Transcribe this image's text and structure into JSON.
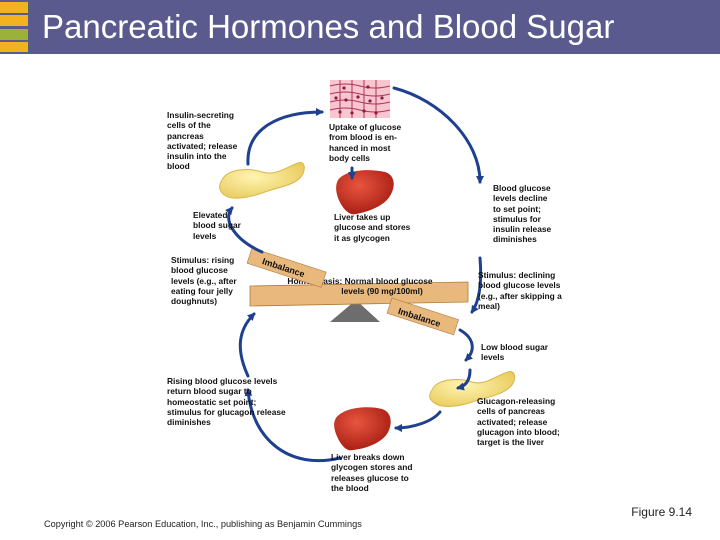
{
  "title": "Pancreatic Hormones and Blood Sugar",
  "labels": {
    "insulin_cells": "Insulin-secreting cells of the pancreas activated; release insulin into the blood",
    "uptake": "Uptake of glucose from blood is en-hanced in most body cells",
    "bg_decline": "Blood glucose levels decline to set point; stimulus for insulin release diminishes",
    "elevated": "Elevated blood sugar levels",
    "liver_takes": "Liver takes up glucose and stores it as glycogen",
    "stimulus_rising": "Stimulus: rising blood glucose levels (e.g., after eating four jelly doughnuts)",
    "stimulus_declining": "Stimulus: declining blood glucose levels (e.g., after skipping a meal)",
    "low": "Low blood sugar levels",
    "rising_return": "Rising blood glucose levels return blood sugar to homeostatic set point; stimulus for glucagon release diminishes",
    "glucagon_cells": "Glucagon-releasing cells of pancreas activated; release glucagon into blood; target is the liver",
    "liver_breaks": "Liver breaks down glycogen stores and releases glucose to the blood"
  },
  "seesaw": {
    "imbalance_top": "Imbalance",
    "imbalance_bottom": "Imbalance",
    "homeostasis_line1": "Homeostasis: Normal blood glucose",
    "homeostasis_line2": "levels (90 mg/100ml)"
  },
  "figure": "Figure 9.14",
  "copyright": "Copyright © 2006 Pearson Education, Inc., publishing as Benjamin Cummings",
  "colors": {
    "header": "#5a5a8e",
    "arrow": "#1f3f8f",
    "plank": "#e8b87c",
    "liver": "#c0281c",
    "pancreas": "#f5e07a",
    "accent_orange": "#f3b21f",
    "accent_green": "#9cb13a"
  }
}
